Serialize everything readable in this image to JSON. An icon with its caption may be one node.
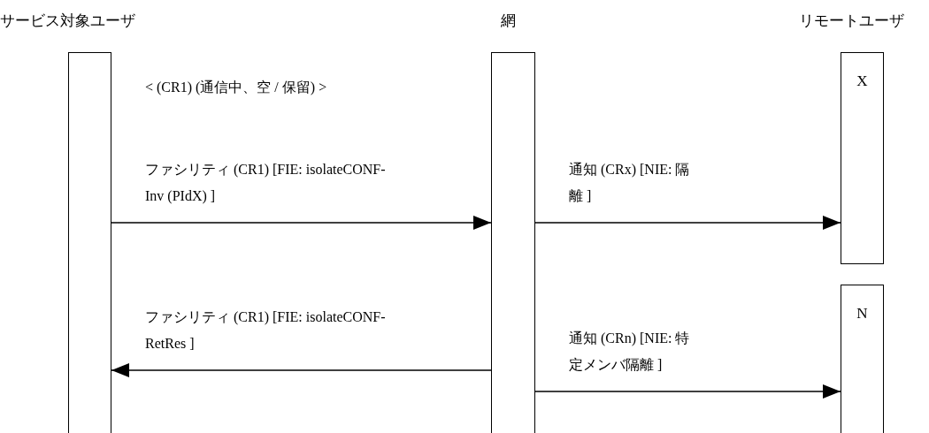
{
  "diagram": {
    "nodes": [
      {
        "text": [
          "サービス対象ユーザ"
        ]
      },
      {
        "text": [
          "網"
        ]
      },
      {
        "text": [
          "リモートユーザ",
          "X"
        ]
      },
      {
        "text": [
          "N"
        ]
      }
    ],
    "edges": [
      {
        "from": 0,
        "to": 1,
        "arrow": "to",
        "label": "ファシリティ (CR1) [FIE: isolateCONF-Inv (PIdX) ]"
      },
      {
        "from": 1,
        "to": 2,
        "arrow": "to",
        "label": "通知 (CRx) [NIE: 隔離 ]"
      },
      {
        "from": 1,
        "to": 0,
        "arrow": "to",
        "label": "ファシリティ (CR1) [FIE: isolateCONF-RetRes ]"
      },
      {
        "from": 1,
        "to": 3,
        "arrow": "to",
        "label": "通知 (CRn) [NIE: 特定メンバ隔離 ]"
      }
    ],
    "labels": [
      "< (CR1) (通信中、空 / 保留) >"
    ]
  }
}
